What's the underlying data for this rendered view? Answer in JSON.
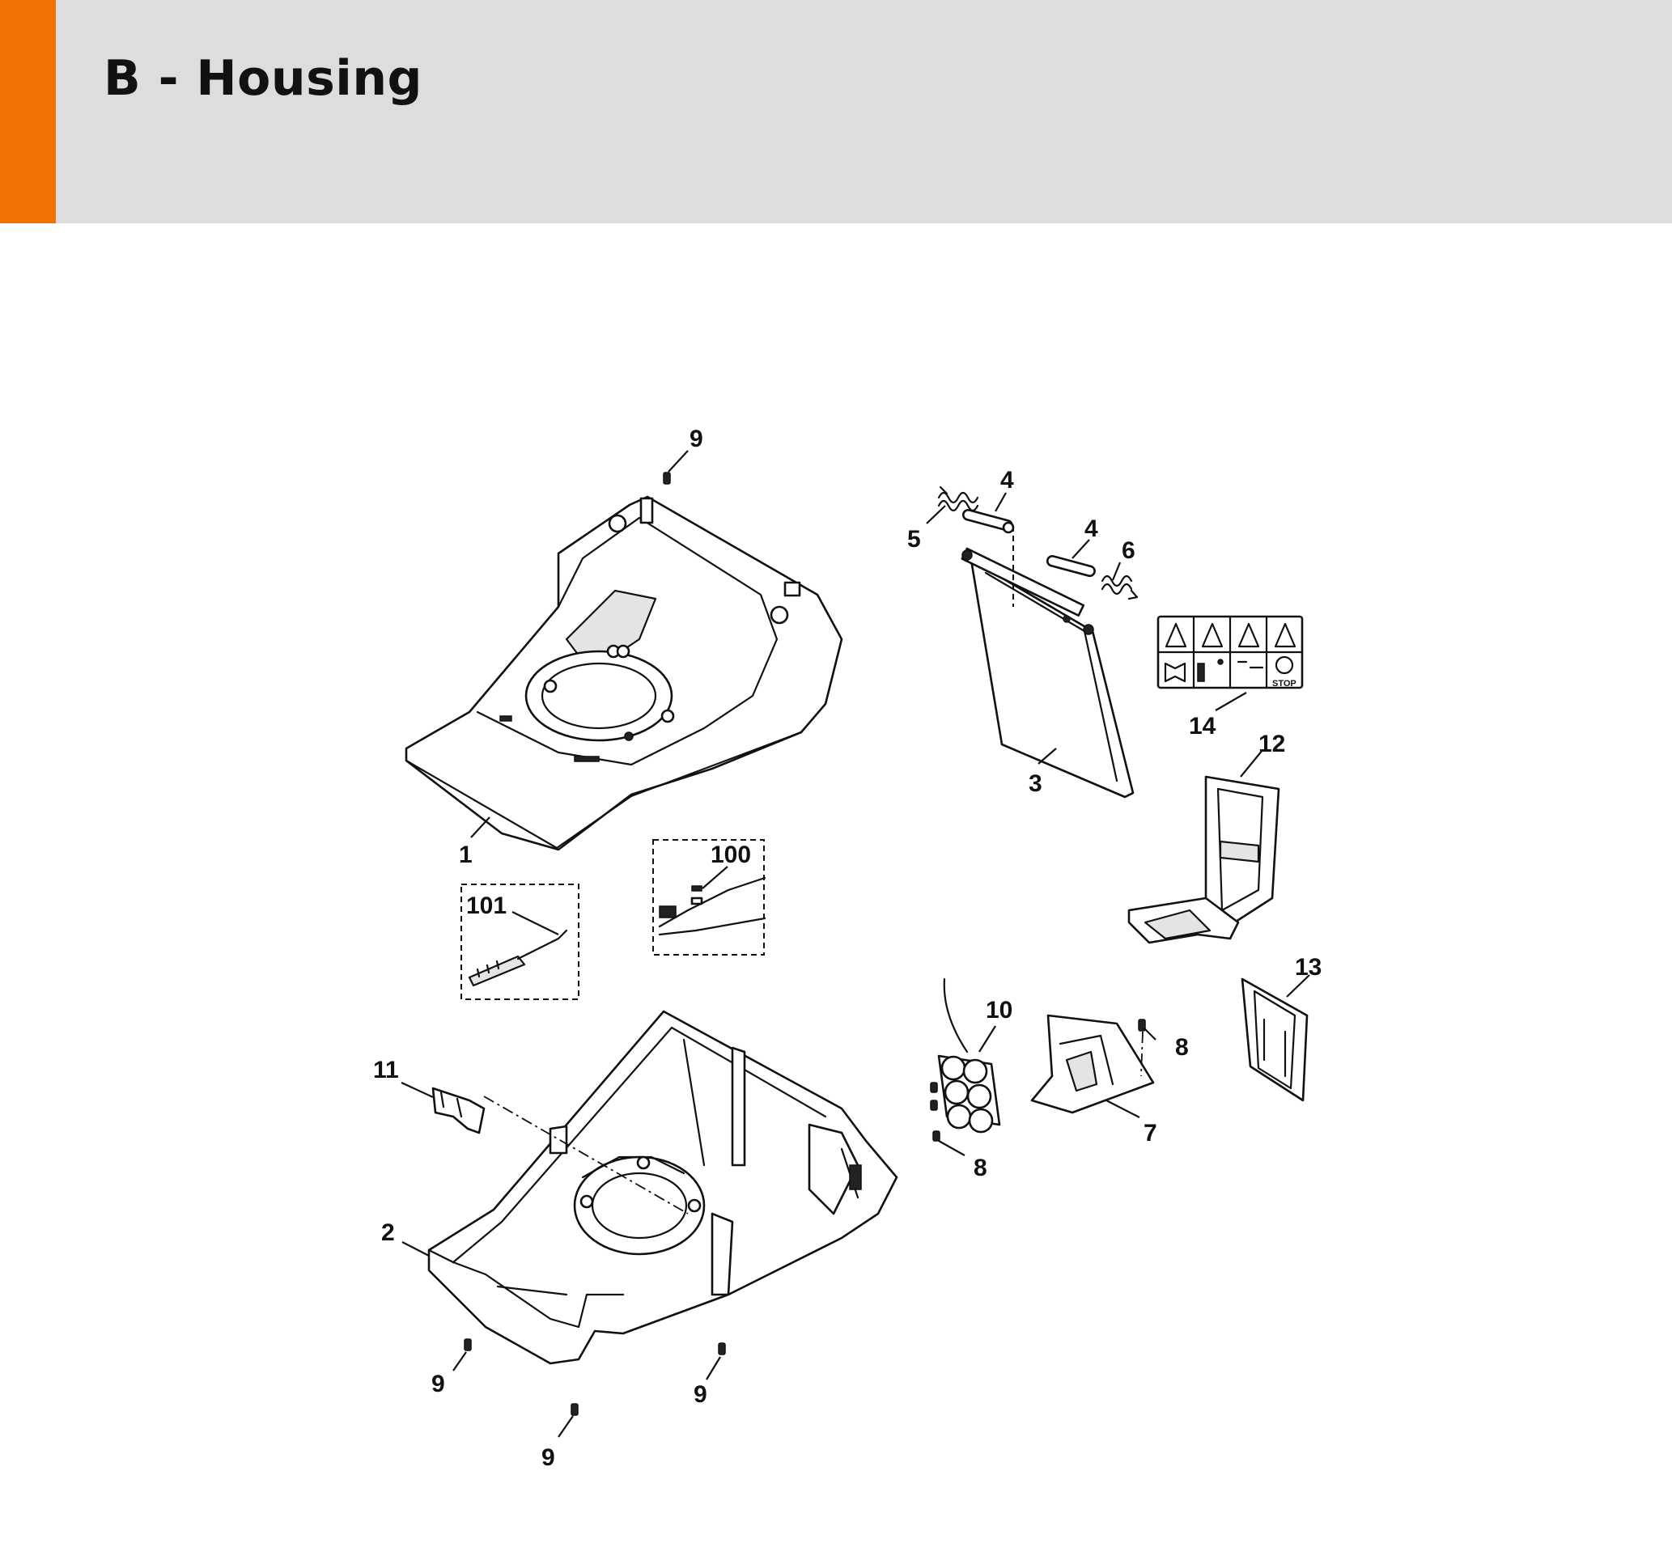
{
  "header": {
    "title": "B - Housing",
    "accent_color": "#ef7203",
    "background_color": "#dcdddc"
  },
  "diagram": {
    "callouts": {
      "c9_top": "9",
      "c4_a": "4",
      "c5": "5",
      "c4_b": "4",
      "c6": "6",
      "c14": "14",
      "c3": "3",
      "c12": "12",
      "c1": "1",
      "c100": "100",
      "c101": "101",
      "c13": "13",
      "c10": "10",
      "c8_a": "8",
      "c8_b": "8",
      "c7": "7",
      "c11": "11",
      "c2": "2",
      "c9_left": "9",
      "c9_right": "9",
      "c9_bottom": "9"
    },
    "warning_label": {
      "stop_text": "STOP"
    }
  }
}
